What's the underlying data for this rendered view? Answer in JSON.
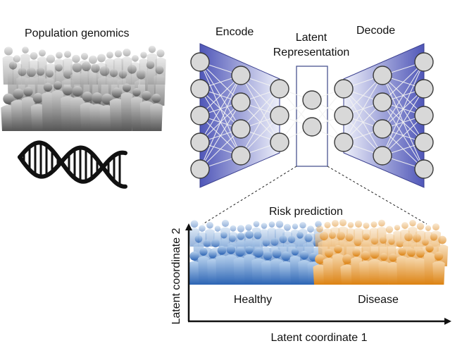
{
  "labels": {
    "population_genomics": "Population genomics",
    "encode": "Encode",
    "latent_line1": "Latent",
    "latent_line2": "Representation",
    "decode": "Decode",
    "risk_prediction": "Risk prediction",
    "healthy": "Healthy",
    "disease": "Disease",
    "x_axis": "Latent coordinate 1",
    "y_axis": "Latent coordinate 2"
  },
  "network": {
    "layers": [
      5,
      4,
      3,
      2,
      3,
      4,
      5
    ]
  },
  "colors": {
    "funnel_dark": "#4f56b8",
    "funnel_light": "#e9ebf8",
    "node_fill": "#d8d8d8",
    "node_stroke": "#3a3a3a",
    "latent_box": "#4a5590",
    "population_gray": "#6a6a6a",
    "healthy_blue": "#3e75c0",
    "disease_orange": "#e08a1c",
    "dna": "#111111"
  },
  "icons": [
    "crowd-icon",
    "dna-helix-icon"
  ]
}
